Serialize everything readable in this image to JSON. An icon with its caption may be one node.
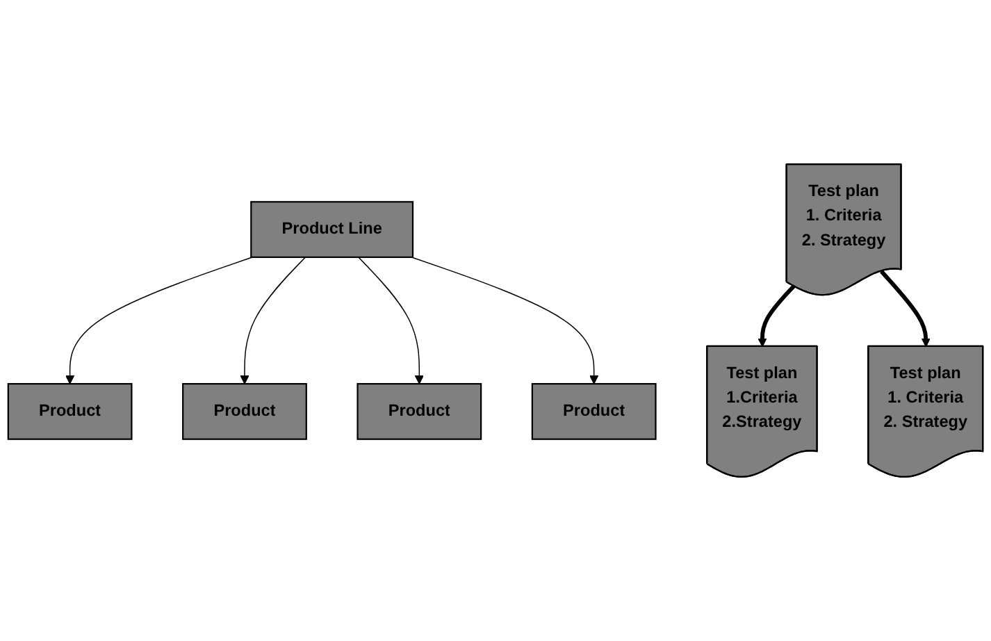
{
  "diagram": {
    "nodes": [
      {
        "text": [
          "Product Line"
        ]
      },
      {
        "text": [
          "Product"
        ]
      },
      {
        "text": [
          "Product"
        ]
      },
      {
        "text": [
          "Product"
        ]
      },
      {
        "text": [
          "Product"
        ]
      },
      {
        "text": [
          "Test plan",
          "1. Criteria",
          "2. Strategy"
        ]
      },
      {
        "text": [
          "Test plan",
          "1.Criteria",
          "2.Strategy"
        ]
      },
      {
        "text": [
          "Test plan",
          "1. Criteria",
          "2. Strategy"
        ]
      }
    ],
    "edges": [
      {
        "from": 0,
        "to": 1,
        "arrow": "to"
      },
      {
        "from": 0,
        "to": 2,
        "arrow": "to"
      },
      {
        "from": 0,
        "to": 3,
        "arrow": "to"
      },
      {
        "from": 0,
        "to": 4,
        "arrow": "to"
      },
      {
        "from": 5,
        "to": 6,
        "arrow": "to",
        "style": "thick"
      },
      {
        "from": 5,
        "to": 7,
        "arrow": "to",
        "style": "thick"
      }
    ]
  }
}
